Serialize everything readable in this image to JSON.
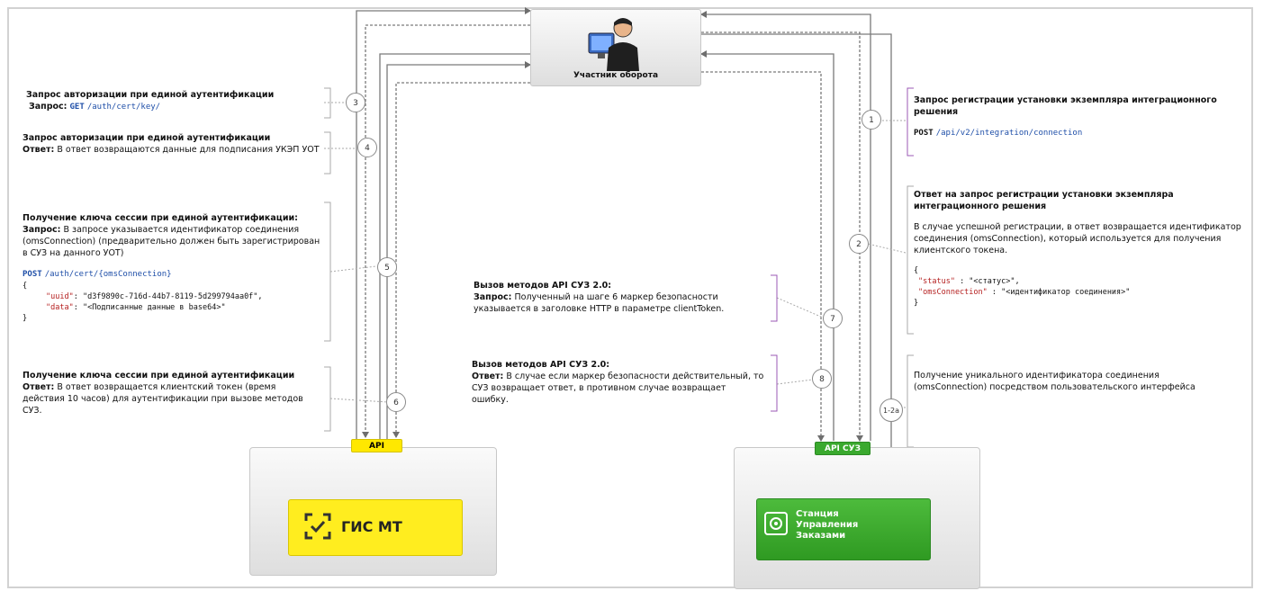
{
  "participant": {
    "label": "Участник оборота",
    "icon": "user-at-computer-icon"
  },
  "left_system": {
    "api_label": "API",
    "name": "ГИС МТ",
    "icon": "checkmark-scan-icon",
    "color": "#ffed1f"
  },
  "right_system": {
    "api_label": "API СУЗ",
    "name_lines": [
      "Станция",
      "Управления",
      "Заказами"
    ],
    "icon": "station-icon",
    "color": "#3aa92e"
  },
  "steps": [
    "3",
    "4",
    "5",
    "6",
    "1",
    "2",
    "7",
    "8",
    "1-2a"
  ],
  "notes": {
    "n3": {
      "title": "Запрос авторизации при единой аутентификации",
      "req_label": "Запрос:",
      "req_method": "GET",
      "req_path": "/auth/cert/key/"
    },
    "n4": {
      "title": "Запрос авторизации при единой аутентификации",
      "label": "Ответ:",
      "text": "В ответ возвращаются данные для подписания УКЭП УОТ"
    },
    "n5": {
      "title": "Получение ключа сессии при единой аутентификации:",
      "label": "Запрос:",
      "text": "В запросе указывается идентификатор соединения (omsConnection) (предварительно должен быть зарегистрирован в СУЗ на данного УОТ)",
      "method": "POST",
      "path": "/auth/cert/{omsConnection}",
      "brace_open": "{",
      "k1": "\"uuid\"",
      "v1": ": \"d3f9890c-716d-44b7-8119-5d299794aa0f\",",
      "k2": "\"data\"",
      "v2": ": \"<Подписанные данные в base64>\"",
      "brace_close": "}"
    },
    "n6": {
      "title": "Получение ключа сессии при единой аутентификации",
      "label": "Ответ:",
      "text": "В ответ возвращается клиентский токен (время действия 10 часов) для аутентификации при вызове методов СУЗ."
    },
    "n1": {
      "title": "Запрос регистрации установки экземпляра интеграционного решения",
      "method": "POST",
      "path": "/api/v2/integration/connection"
    },
    "n2": {
      "title": "Ответ на запрос регистрации установки экземпляра интеграционного решения",
      "text": "В случае успешной регистрации, в ответ возвращается идентификатор соединения (omsConnection), который используется для получения клиентского токена.",
      "brace_open": "{",
      "k1": "\"status\"",
      "v1": " : \"<статус>\",",
      "k2": "\"omsConnection\"",
      "v2": " : \"<идентификатор соединения>\"",
      "brace_close": "}"
    },
    "n7": {
      "title": "Вызов методов API СУЗ 2.0:",
      "label": "Запрос:",
      "text": "Полученный на шаге 6 маркер безопасности указывается в заголовке HTTP в параметре clientToken."
    },
    "n8": {
      "title": "Вызов методов API СУЗ 2.0:",
      "label": "Ответ:",
      "text": "В случае если маркер безопасности действительный, то СУЗ возвращает ответ,  в противном случае возвращает ошибку."
    },
    "n12a": {
      "text": "Получение уникального идентификатора соединения (omsConnection) посредством пользовательского интерфейса"
    }
  }
}
